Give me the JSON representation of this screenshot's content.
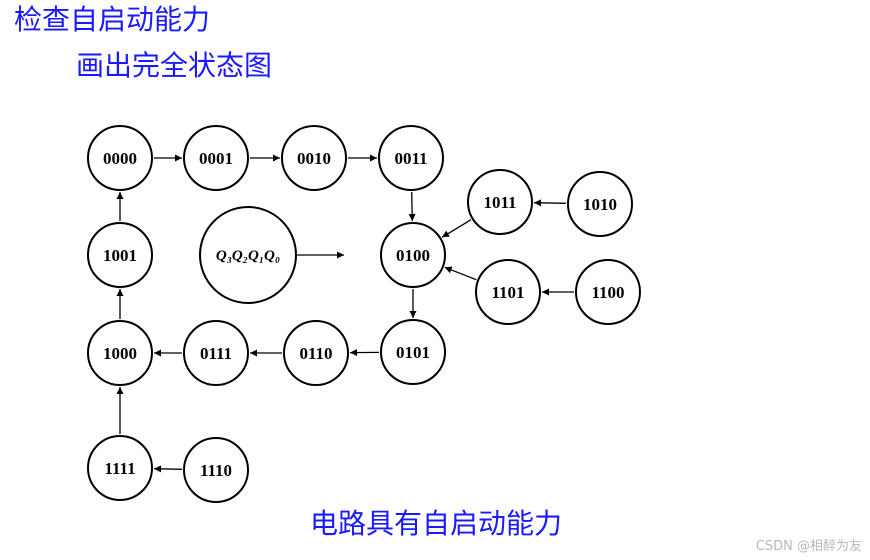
{
  "headings": {
    "title": "检查自启动能力",
    "subtitle": "画出完全状态图",
    "caption": "电路具有自启动能力"
  },
  "legend": {
    "label": "Q₃Q₂Q₁Q₀"
  },
  "states": [
    {
      "id": "s0000",
      "label": "0000"
    },
    {
      "id": "s0001",
      "label": "0001"
    },
    {
      "id": "s0010",
      "label": "0010"
    },
    {
      "id": "s0011",
      "label": "0011"
    },
    {
      "id": "s0100",
      "label": "0100"
    },
    {
      "id": "s0101",
      "label": "0101"
    },
    {
      "id": "s0110",
      "label": "0110"
    },
    {
      "id": "s0111",
      "label": "0111"
    },
    {
      "id": "s1000",
      "label": "1000"
    },
    {
      "id": "s1001",
      "label": "1001"
    },
    {
      "id": "s1010",
      "label": "1010"
    },
    {
      "id": "s1011",
      "label": "1011"
    },
    {
      "id": "s1100",
      "label": "1100"
    },
    {
      "id": "s1101",
      "label": "1101"
    },
    {
      "id": "s1110",
      "label": "1110"
    },
    {
      "id": "s1111",
      "label": "1111"
    }
  ],
  "transitions": [
    {
      "from": "s0000",
      "to": "s0001"
    },
    {
      "from": "s0001",
      "to": "s0010"
    },
    {
      "from": "s0010",
      "to": "s0011"
    },
    {
      "from": "s0011",
      "to": "s0100"
    },
    {
      "from": "s0100",
      "to": "s0101"
    },
    {
      "from": "s0101",
      "to": "s0110"
    },
    {
      "from": "s0110",
      "to": "s0111"
    },
    {
      "from": "s0111",
      "to": "s1000"
    },
    {
      "from": "s1000",
      "to": "s1001"
    },
    {
      "from": "s1001",
      "to": "s0000"
    },
    {
      "from": "s1010",
      "to": "s1011"
    },
    {
      "from": "s1011",
      "to": "s0100"
    },
    {
      "from": "s1100",
      "to": "s1101"
    },
    {
      "from": "s1101",
      "to": "s0100"
    },
    {
      "from": "s1110",
      "to": "s1111"
    },
    {
      "from": "s1111",
      "to": "s1000"
    }
  ],
  "watermark": "CSDN @相醉为友",
  "colors": {
    "heading": "#1a1aff",
    "stroke": "#000000",
    "watermark": "#b8b8b8"
  }
}
